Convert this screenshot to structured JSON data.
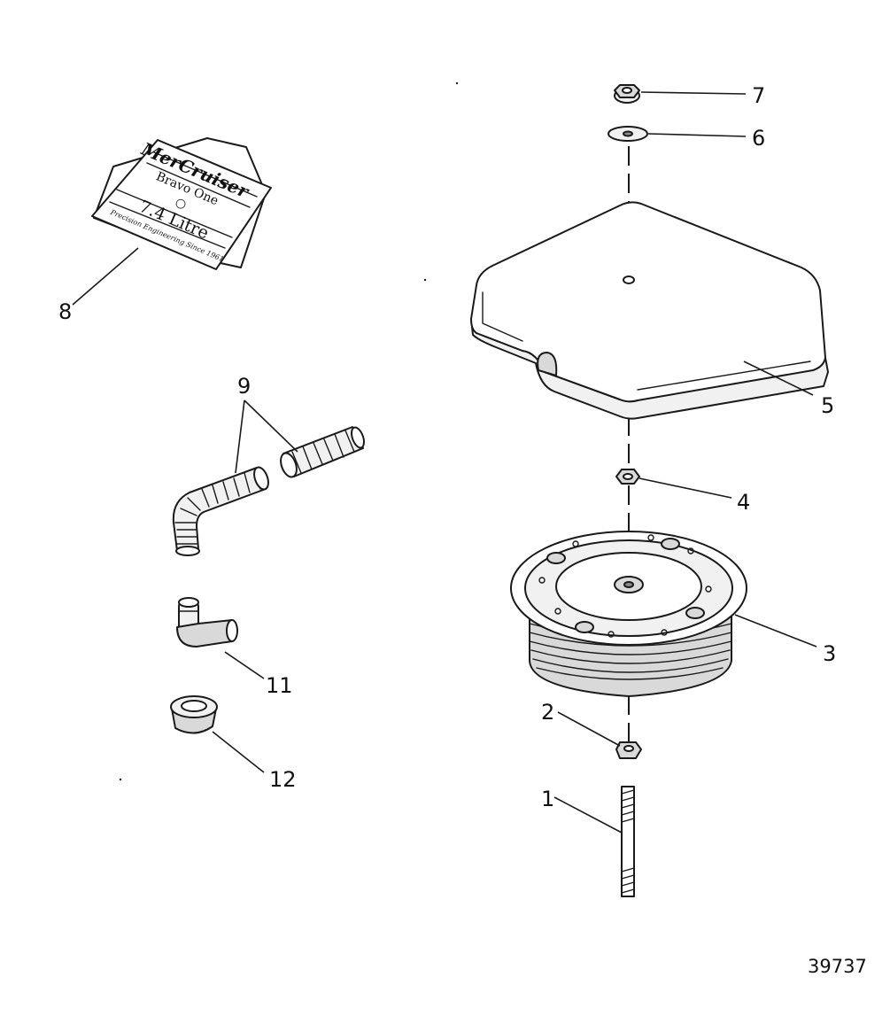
{
  "figure": {
    "number": "39737"
  },
  "callouts": [
    {
      "id": "1",
      "label": "1"
    },
    {
      "id": "2",
      "label": "2"
    },
    {
      "id": "3",
      "label": "3"
    },
    {
      "id": "4",
      "label": "4"
    },
    {
      "id": "5",
      "label": "5"
    },
    {
      "id": "6",
      "label": "6"
    },
    {
      "id": "7",
      "label": "7"
    },
    {
      "id": "8",
      "label": "8"
    },
    {
      "id": "9",
      "label": "9"
    },
    {
      "id": "11",
      "label": "11"
    },
    {
      "id": "12",
      "label": "12"
    }
  ],
  "decal": {
    "brand": "MerCruiser",
    "model": "Bravo One",
    "displacement": "7.4 Litre",
    "tagline": "Precision Engineering Since 1961"
  },
  "colors": {
    "ink": "#1a1a1a",
    "paper": "#ffffff"
  }
}
